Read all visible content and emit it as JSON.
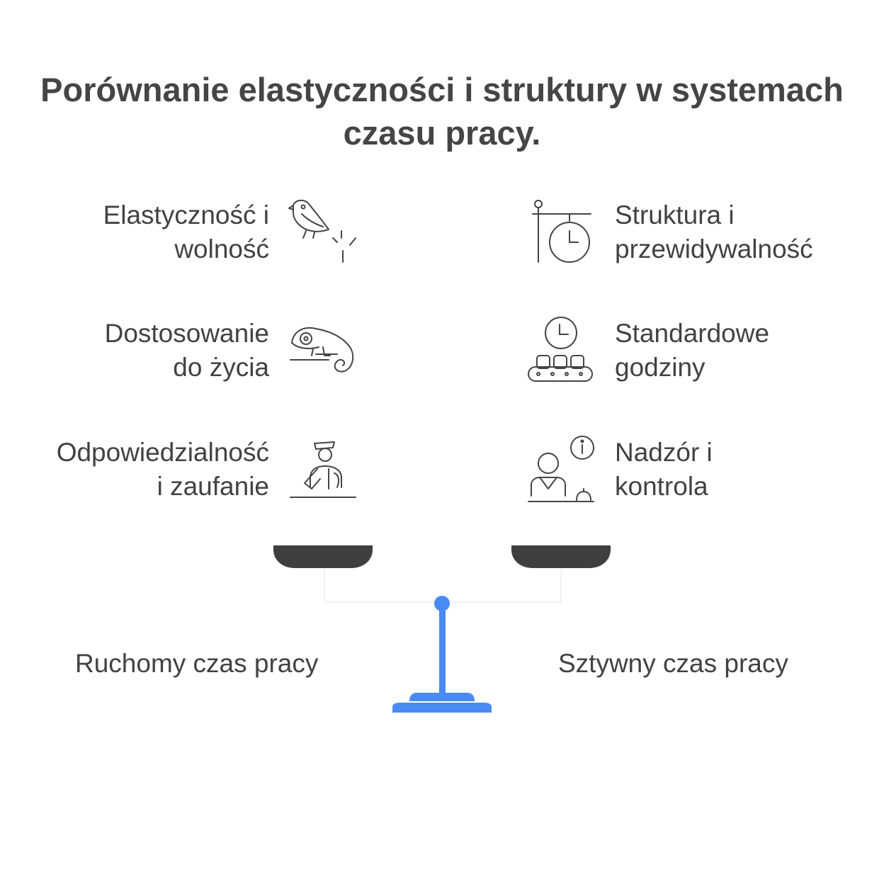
{
  "title": {
    "line1": "Porównanie elastyczności i struktury w systemach",
    "line2": "czasu pracy."
  },
  "left_items": [
    {
      "line1": "Elastyczność i",
      "line2": "wolność",
      "icon": "bird-icon"
    },
    {
      "line1": "Dostosowanie",
      "line2": "do życia",
      "icon": "chameleon-icon"
    },
    {
      "line1": "Odpowiedzialność",
      "line2": "i zaufanie",
      "icon": "concierge-icon"
    }
  ],
  "right_items": [
    {
      "line1": "Struktura i",
      "line2": "przewidywalność",
      "icon": "clock-sign-icon"
    },
    {
      "line1": "Standardowe",
      "line2": "godziny",
      "icon": "clock-conveyor-icon"
    },
    {
      "line1": "Nadzór i",
      "line2": "kontrola",
      "icon": "supervisor-info-icon"
    }
  ],
  "bottom": {
    "left_label": "Ruchomy czas pracy",
    "right_label": "Sztywny czas pracy"
  },
  "colors": {
    "accent": "#4a8af4",
    "pan": "#3f3f3f",
    "icon_stroke": "#444444",
    "text": "#424242"
  }
}
